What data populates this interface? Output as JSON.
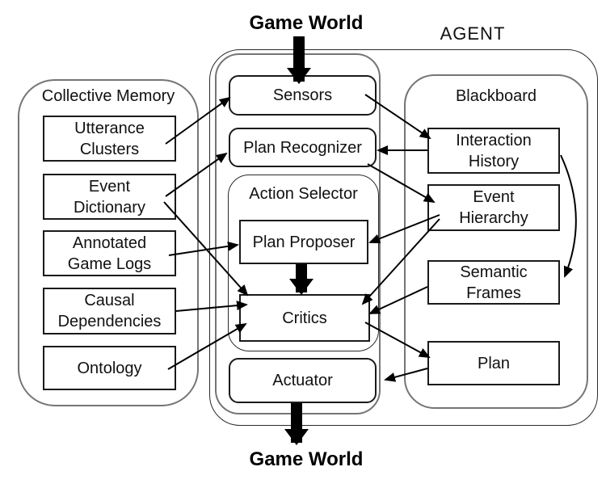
{
  "titles": {
    "game_world_top": "Game World",
    "game_world_bottom": "Game World",
    "agent": "AGENT"
  },
  "containers": {
    "collective_memory": "Collective Memory",
    "blackboard": "Blackboard",
    "action_selector": "Action Selector"
  },
  "boxes": {
    "utterance_clusters": "Utterance\nClusters",
    "event_dictionary": "Event\nDictionary",
    "annotated_game_logs": "Annotated\nGame Logs",
    "causal_dependencies": "Causal\nDependencies",
    "ontology": "Ontology",
    "sensors": "Sensors",
    "plan_recognizer": "Plan Recognizer",
    "plan_proposer": "Plan Proposer",
    "critics": "Critics",
    "actuator": "Actuator",
    "interaction_history": "Interaction\nHistory",
    "event_hierarchy": "Event\nHierarchy",
    "semantic_frames": "Semantic\nFrames",
    "plan": "Plan"
  },
  "edges": [
    {
      "from": "game-world-top",
      "to": "sensors",
      "type": "thick"
    },
    {
      "from": "utterance-clusters",
      "to": "sensors",
      "type": "thin"
    },
    {
      "from": "event-dictionary",
      "to": "plan-recognizer",
      "type": "thin"
    },
    {
      "from": "event-dictionary",
      "to": "critics",
      "type": "thin"
    },
    {
      "from": "annotated-game-logs",
      "to": "plan-proposer",
      "type": "thin"
    },
    {
      "from": "causal-dependencies",
      "to": "critics",
      "type": "thin"
    },
    {
      "from": "ontology",
      "to": "critics",
      "type": "thin"
    },
    {
      "from": "sensors",
      "to": "interaction-history",
      "type": "thin"
    },
    {
      "from": "interaction-history",
      "to": "plan-recognizer",
      "type": "thin"
    },
    {
      "from": "plan-recognizer",
      "to": "event-hierarchy",
      "type": "thin"
    },
    {
      "from": "event-hierarchy",
      "to": "plan-proposer",
      "type": "thin"
    },
    {
      "from": "event-hierarchy",
      "to": "critics",
      "type": "thin"
    },
    {
      "from": "semantic-frames",
      "to": "critics",
      "type": "thin"
    },
    {
      "from": "interaction-history",
      "to": "semantic-frames",
      "type": "curved"
    },
    {
      "from": "plan-proposer",
      "to": "critics",
      "type": "thick"
    },
    {
      "from": "critics",
      "to": "plan",
      "type": "thin"
    },
    {
      "from": "plan",
      "to": "actuator",
      "type": "thin"
    },
    {
      "from": "actuator",
      "to": "game-world-bottom",
      "type": "thick"
    }
  ],
  "colors": {
    "background": "#ffffff",
    "line": "#000000",
    "container_border": "#757575",
    "box_border": "#1a1a1a",
    "text": "#111111"
  }
}
